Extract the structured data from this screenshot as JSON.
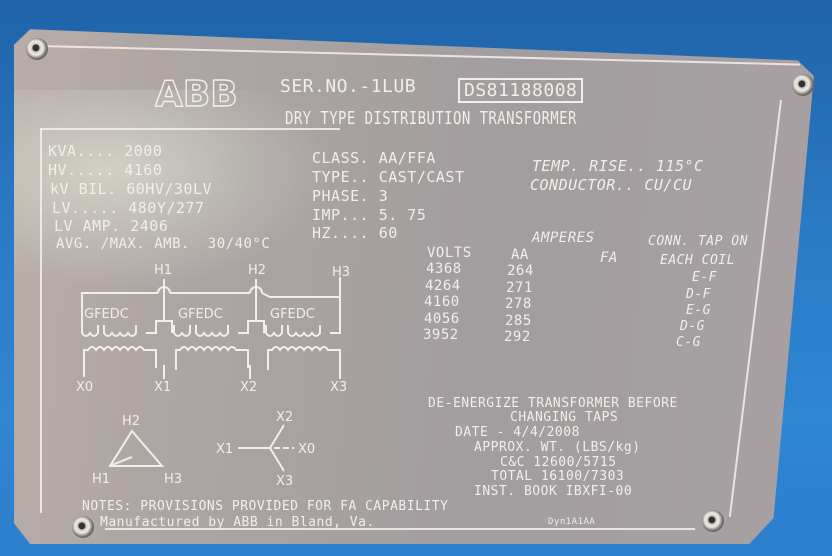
{
  "colors": {
    "background_blue": "#2b7fcc",
    "plate": "#aaa3a2",
    "etched_text": "#f2efe9"
  },
  "header": {
    "logo": "ABB",
    "serial_label": "SER.NO.-1LUB",
    "serial_number": "DS81188008",
    "title": "DRY TYPE DISTRIBUTION TRANSFORMER"
  },
  "ratings": {
    "kva": "KVA.... 2000",
    "hv": "HV..... 4160",
    "kv_bil": "kV BIL. 60HV/30LV",
    "lv": "LV..... 480Y/277",
    "lv_amp": "LV AMP. 2406",
    "ambient": "AVG. /MAX. AMB.  30/40°C"
  },
  "specs": {
    "class": "CLASS. AA/FFA",
    "type": "TYPE.. CAST/CAST",
    "phase": "PHASE. 3",
    "imp": "IMP... 5. 75",
    "hz": "HZ.... 60",
    "temp_rise": "TEMP. RISE.. 115°C",
    "conductor": "CONDUCTOR.. CU/CU"
  },
  "tap_table": {
    "amperes_header": "AMPERES",
    "conn_header_1": "CONN. TAP ON",
    "conn_header_2": "EACH COIL",
    "columns": [
      "VOLTS",
      "AA",
      "FA"
    ],
    "rows": [
      {
        "volts": "4368",
        "aa": "264",
        "fa": "",
        "conn": "E-F"
      },
      {
        "volts": "4264",
        "aa": "271",
        "fa": "",
        "conn": "D-F"
      },
      {
        "volts": "4160",
        "aa": "278",
        "fa": "",
        "conn": "E-G"
      },
      {
        "volts": "4056",
        "aa": "285",
        "fa": "",
        "conn": "D-G"
      },
      {
        "volts": "3952",
        "aa": "292",
        "fa": "",
        "conn": "C-G"
      }
    ]
  },
  "wiring_diagram": {
    "hv_terminals": [
      "H1",
      "H2",
      "H3"
    ],
    "tap_letters": "GFEDC",
    "lv_terminals": [
      "X0",
      "X1",
      "X2",
      "X3"
    ]
  },
  "vector_diagram": {
    "delta": [
      "H2",
      "H1",
      "H3"
    ],
    "wye": [
      "X2",
      "X1",
      "X0",
      "X3"
    ]
  },
  "warnings": {
    "line1": "DE-ENERGIZE TRANSFORMER BEFORE",
    "line2": "CHANGING TAPS",
    "date": "DATE - 4/4/2008",
    "weight_header": "APPROX. WT. (LBS/kg)",
    "cc_weight": "C&C 12600/5715",
    "total_weight": "TOTAL 16100/7303",
    "inst_book": "INST. BOOK IBXFI-00"
  },
  "footer": {
    "notes": "NOTES: PROVISIONS PROVIDED FOR FA CAPABILITY",
    "manufacturer": "Manufactured by ABB in Bland, Va.",
    "vector_group": "Dyn1A1AA"
  }
}
